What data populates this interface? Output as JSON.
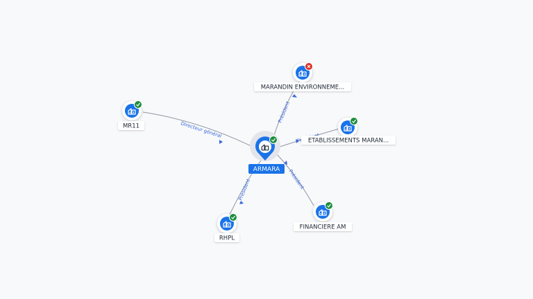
{
  "colors": {
    "accent": "#1a73e8",
    "active": "#1e8e3e",
    "inactive": "#d93025",
    "edge": "#8e95a3",
    "edge_label": "#3b68d9"
  },
  "center": {
    "id": "armara",
    "label": "ARMARA",
    "icon": "company-building-icon",
    "status": "active"
  },
  "nodes": [
    {
      "id": "mr11",
      "label": "MR11",
      "icon": "company-building-icon",
      "status": "active"
    },
    {
      "id": "marandin",
      "label": "MARANDIN ENVIRONNEME...",
      "icon": "company-building-icon",
      "status": "inactive"
    },
    {
      "id": "etablissements",
      "label": "ETABLISSEMENTS MARAN...",
      "icon": "company-building-icon",
      "status": "active"
    },
    {
      "id": "financiere",
      "label": "FINANCIERE AM",
      "icon": "company-building-icon",
      "status": "active"
    },
    {
      "id": "rhpl",
      "label": "RHPL",
      "icon": "company-building-icon",
      "status": "active"
    }
  ],
  "edges": [
    {
      "from": "mr11",
      "to": "armara",
      "label": "Directeur général"
    },
    {
      "from": "marandin",
      "to": "armara",
      "label": "Président"
    },
    {
      "from": "etablissements",
      "to": "armara",
      "label": "Président"
    },
    {
      "from": "financiere",
      "to": "armara",
      "label": "Président"
    },
    {
      "from": "rhpl",
      "to": "armara",
      "label": "Président"
    }
  ]
}
